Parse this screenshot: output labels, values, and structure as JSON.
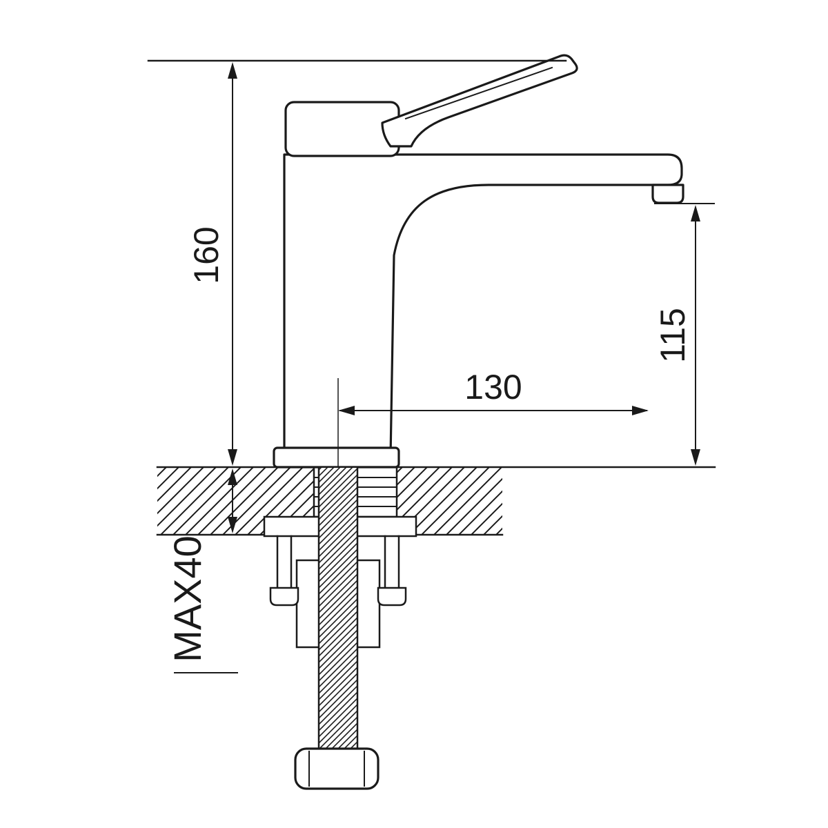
{
  "drawing": {
    "labels": {
      "total_height": "160",
      "spout_height": "115",
      "spout_reach": "130",
      "max_counter_thickness": "MAX40"
    },
    "colors": {
      "line": "#1a1a1a",
      "background": "#ffffff"
    }
  }
}
